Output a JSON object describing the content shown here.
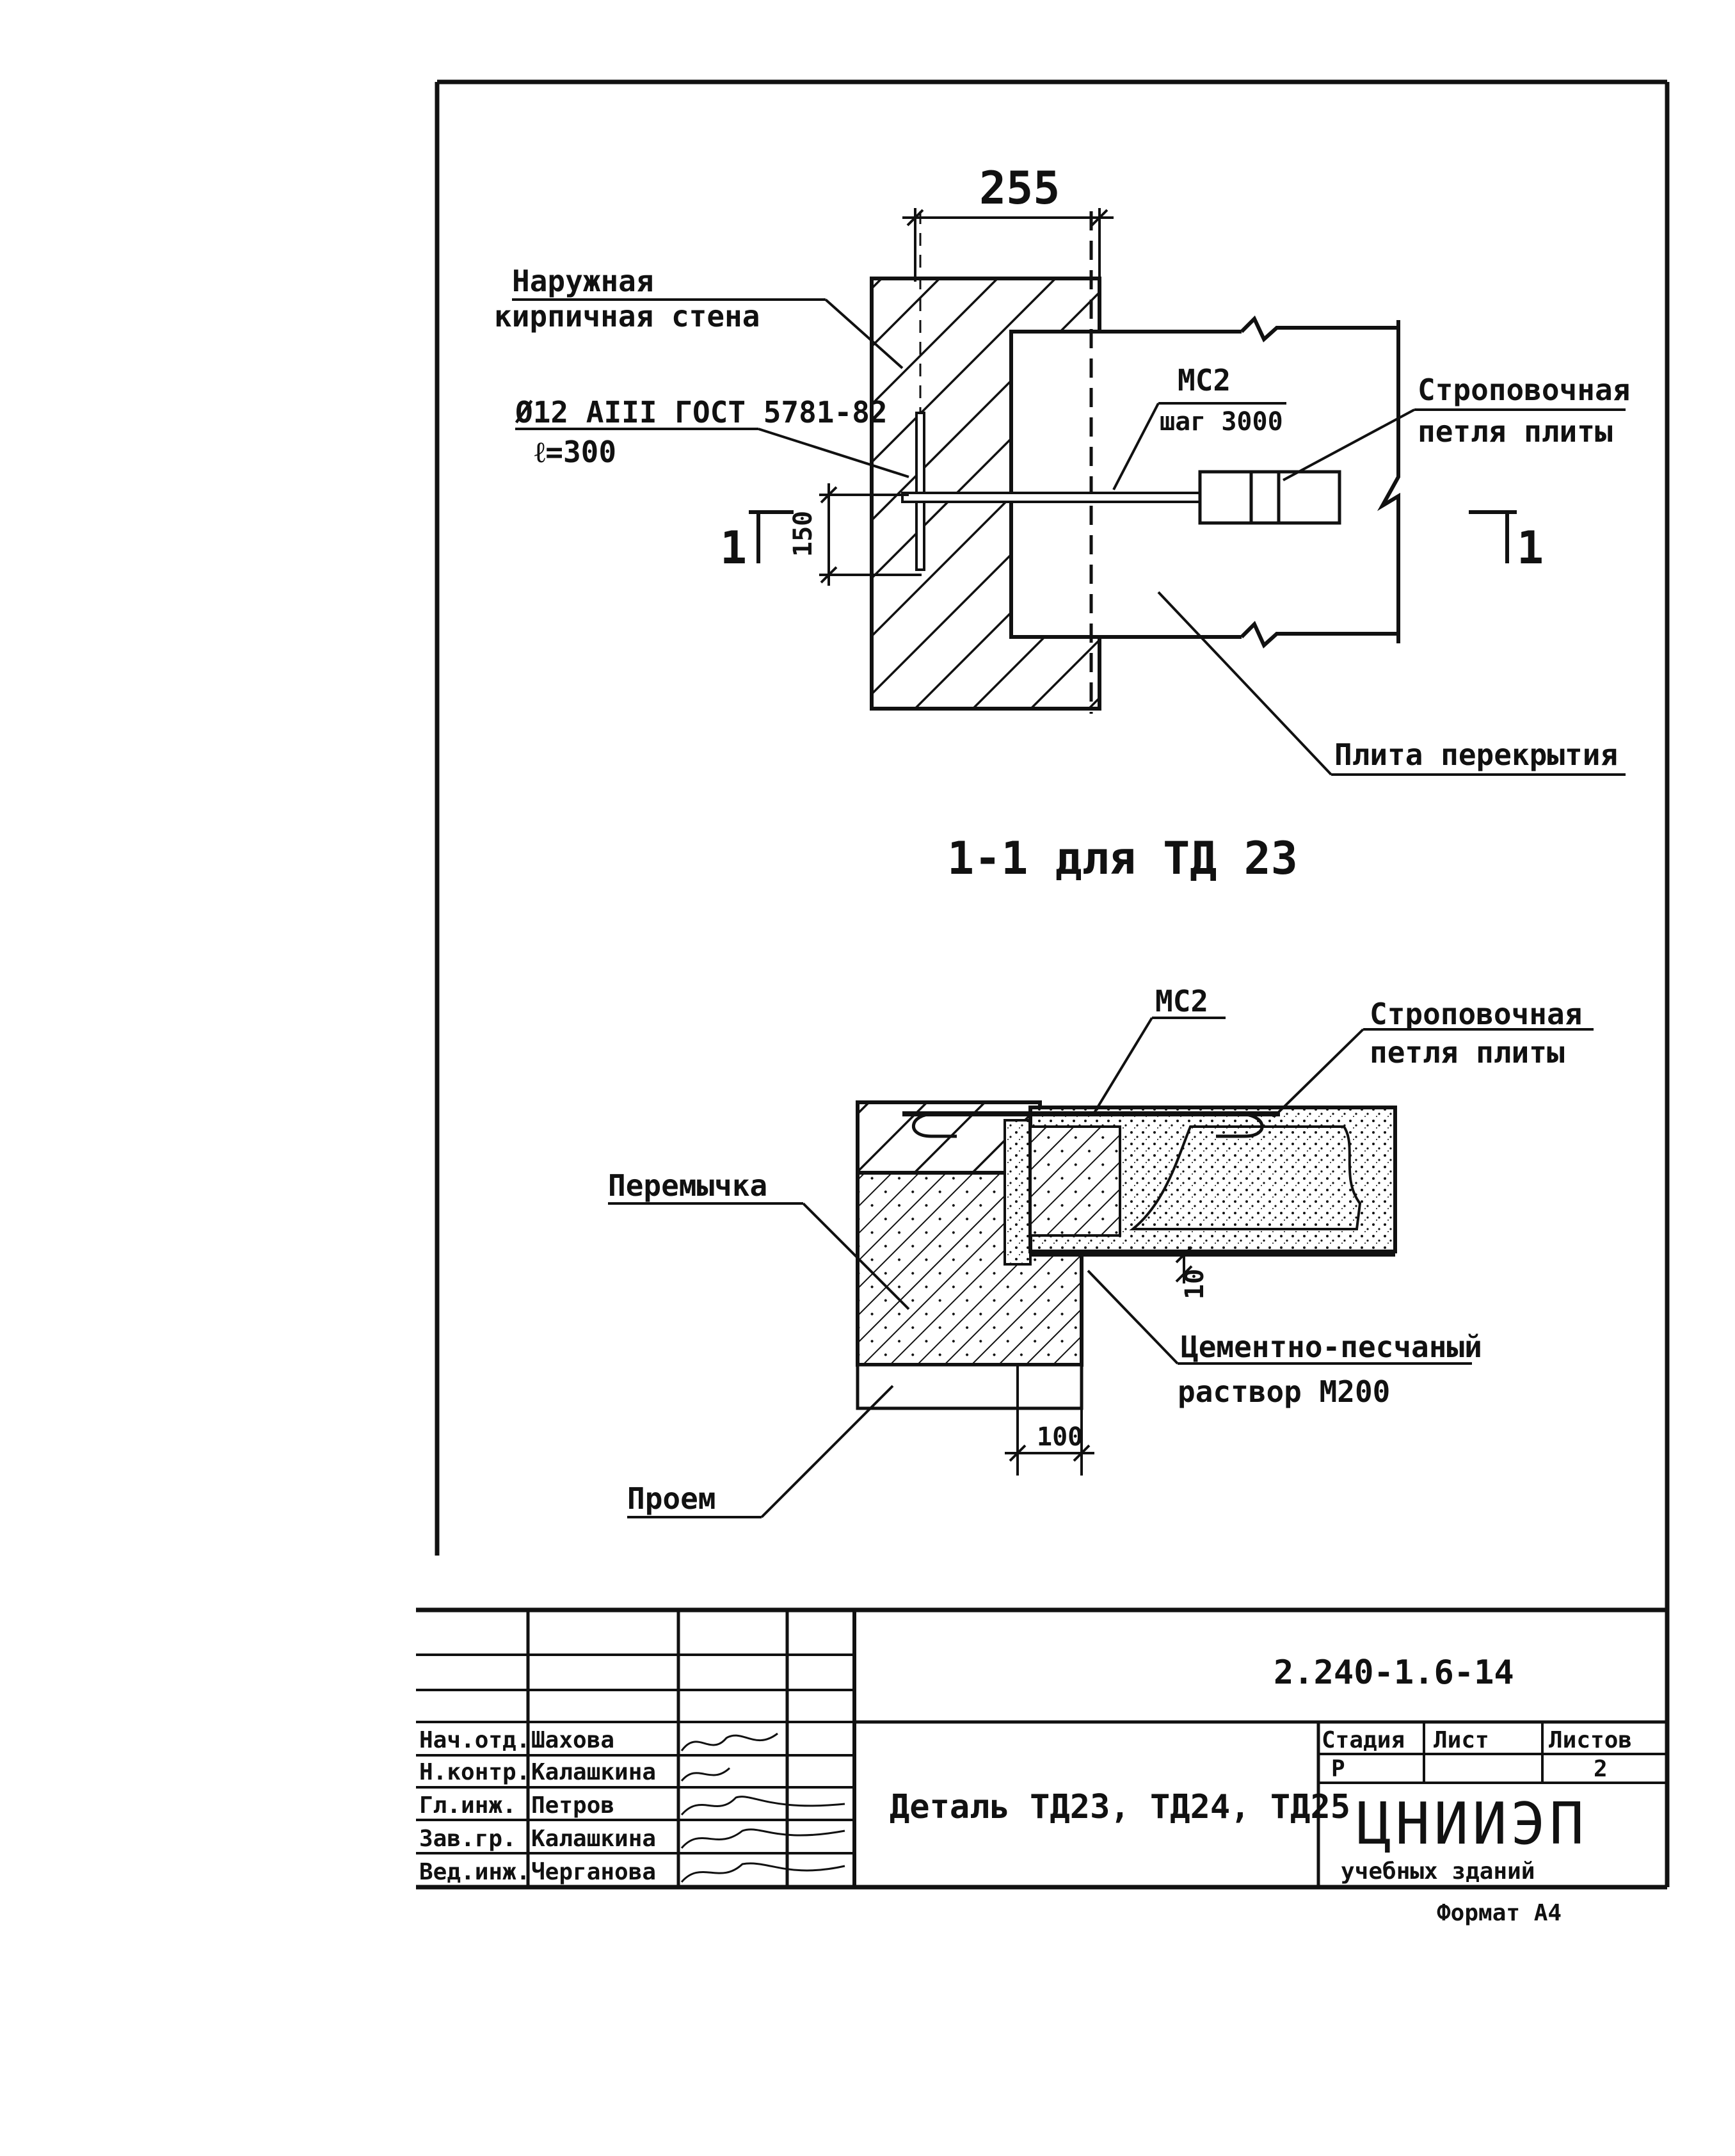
{
  "top_detail": {
    "dim_width": "255",
    "dim_height": "150",
    "label_wall_line1": "Наружная",
    "label_wall_line2": "кирпичная стена",
    "label_rebar_line1": "Ø12 АIII ГОСТ 5781-82",
    "label_rebar_line2": "ℓ=300",
    "label_mc2": "МС2",
    "label_mc2_step": "шаг 3000",
    "label_loop_line1": "Строповочная",
    "label_loop_line2": "петля плиты",
    "label_slab": "Плита перекрытия",
    "section_mark": "1"
  },
  "section_title": "1-1 для ТД 23",
  "bottom_detail": {
    "label_mc2": "МС2",
    "label_loop_line1": "Строповочная",
    "label_loop_line2": "петля плиты",
    "label_lintel": "Перемычка",
    "label_mortar_line1": "Цементно-песчаный",
    "label_mortar_line2": "раствор М200",
    "dim_gap": "10",
    "dim_bearing": "100",
    "label_opening": "Проем"
  },
  "title_block": {
    "doc_number": "2.240-1.6-14",
    "drawing_title": "Деталь ТД23, ТД24, ТД25",
    "col_stage": "Стадия",
    "col_sheet": "Лист",
    "col_sheets": "Листов",
    "stage_value": "Р",
    "sheets_value": "2",
    "org_name": "ЦНИИЭП",
    "org_sub": "учебных зданий",
    "format": "Формат А4",
    "signatures": [
      {
        "role": "Нач.отд.",
        "name": "Шахова"
      },
      {
        "role": "Н.контр.",
        "name": "Калашкина"
      },
      {
        "role": "Гл.инж.",
        "name": "Петров"
      },
      {
        "role": "Зав.гр.",
        "name": "Калашкина"
      },
      {
        "role": "Вед.инж.",
        "name": "Черганова"
      }
    ]
  }
}
